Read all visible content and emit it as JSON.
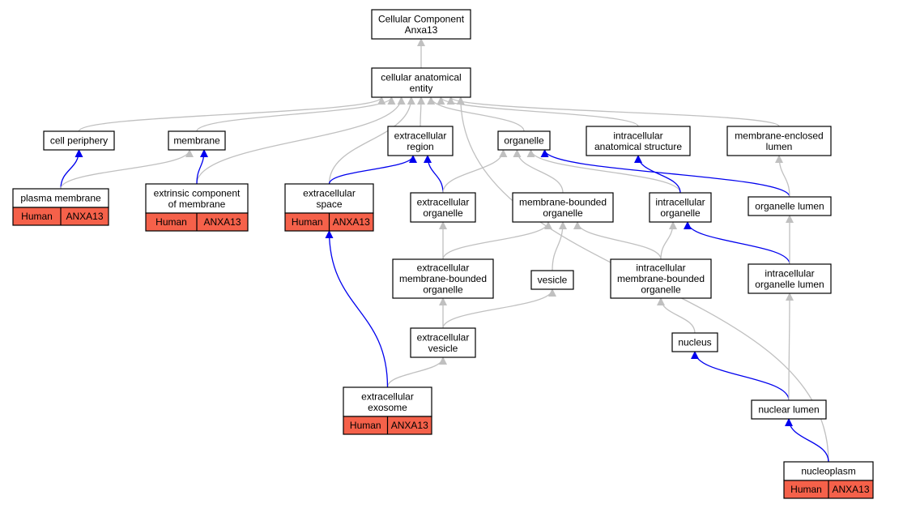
{
  "colors": {
    "is_a_edge": "#c0c0c0",
    "part_of_edge": "#0000ee",
    "annotation_fill": "#f5614a",
    "node_fill": "#ffffff",
    "node_stroke": "#000000"
  },
  "nodes": [
    {
      "id": "root",
      "lines": [
        "Cellular Component",
        "Anxa13"
      ]
    },
    {
      "id": "cae",
      "lines": [
        "cellular anatomical",
        "entity"
      ]
    },
    {
      "id": "cellper",
      "lines": [
        "cell periphery"
      ]
    },
    {
      "id": "membrane",
      "lines": [
        "membrane"
      ]
    },
    {
      "id": "extreg",
      "lines": [
        "extracellular",
        "region"
      ]
    },
    {
      "id": "organelle",
      "lines": [
        "organelle"
      ]
    },
    {
      "id": "ias",
      "lines": [
        "intracellular",
        "anatomical structure"
      ]
    },
    {
      "id": "mel",
      "lines": [
        "membrane-enclosed",
        "lumen"
      ]
    },
    {
      "id": "pm",
      "lines": [
        "plasma membrane"
      ],
      "annotation": [
        "Human",
        "ANXA13"
      ]
    },
    {
      "id": "ecm",
      "lines": [
        "extrinsic component",
        "of membrane"
      ],
      "annotation": [
        "Human",
        "ANXA13"
      ]
    },
    {
      "id": "es",
      "lines": [
        "extracellular",
        "space"
      ],
      "annotation": [
        "Human",
        "ANXA13"
      ]
    },
    {
      "id": "eo",
      "lines": [
        "extracellular",
        "organelle"
      ]
    },
    {
      "id": "mbo",
      "lines": [
        "membrane-bounded",
        "organelle"
      ]
    },
    {
      "id": "io",
      "lines": [
        "intracellular",
        "organelle"
      ]
    },
    {
      "id": "ol",
      "lines": [
        "organelle lumen"
      ]
    },
    {
      "id": "embo",
      "lines": [
        "extracellular",
        "membrane-bounded",
        "organelle"
      ]
    },
    {
      "id": "vesicle",
      "lines": [
        "vesicle"
      ]
    },
    {
      "id": "imbo",
      "lines": [
        "intracellular",
        "membrane-bounded",
        "organelle"
      ]
    },
    {
      "id": "iol",
      "lines": [
        "intracellular",
        "organelle lumen"
      ]
    },
    {
      "id": "ev",
      "lines": [
        "extracellular",
        "vesicle"
      ]
    },
    {
      "id": "nucleus",
      "lines": [
        "nucleus"
      ]
    },
    {
      "id": "exo",
      "lines": [
        "extracellular",
        "exosome"
      ],
      "annotation": [
        "Human",
        "ANXA13"
      ]
    },
    {
      "id": "nl",
      "lines": [
        "nuclear lumen"
      ]
    },
    {
      "id": "np",
      "lines": [
        "nucleoplasm"
      ],
      "annotation": [
        "Human",
        "ANXA13"
      ]
    }
  ],
  "edges": [
    {
      "from": "cae",
      "to": "root",
      "type": "is_a"
    },
    {
      "from": "cellper",
      "to": "cae",
      "type": "is_a"
    },
    {
      "from": "membrane",
      "to": "cae",
      "type": "is_a"
    },
    {
      "from": "ecm",
      "to": "cae",
      "type": "is_a"
    },
    {
      "from": "es",
      "to": "cae",
      "type": "is_a"
    },
    {
      "from": "extreg",
      "to": "cae",
      "type": "is_a"
    },
    {
      "from": "organelle",
      "to": "cae",
      "type": "is_a"
    },
    {
      "from": "ias",
      "to": "cae",
      "type": "is_a"
    },
    {
      "from": "mel",
      "to": "cae",
      "type": "is_a"
    },
    {
      "from": "np",
      "to": "cae",
      "type": "is_a"
    },
    {
      "from": "pm",
      "to": "cellper",
      "type": "part_of"
    },
    {
      "from": "pm",
      "to": "membrane",
      "type": "is_a"
    },
    {
      "from": "ecm",
      "to": "membrane",
      "type": "part_of"
    },
    {
      "from": "es",
      "to": "extreg",
      "type": "part_of"
    },
    {
      "from": "eo",
      "to": "extreg",
      "type": "part_of"
    },
    {
      "from": "eo",
      "to": "organelle",
      "type": "is_a"
    },
    {
      "from": "mbo",
      "to": "organelle",
      "type": "is_a"
    },
    {
      "from": "io",
      "to": "organelle",
      "type": "is_a"
    },
    {
      "from": "io",
      "to": "ias",
      "type": "part_of"
    },
    {
      "from": "ol",
      "to": "organelle",
      "type": "part_of"
    },
    {
      "from": "ol",
      "to": "mel",
      "type": "is_a"
    },
    {
      "from": "embo",
      "to": "eo",
      "type": "is_a"
    },
    {
      "from": "embo",
      "to": "mbo",
      "type": "is_a"
    },
    {
      "from": "vesicle",
      "to": "mbo",
      "type": "is_a"
    },
    {
      "from": "imbo",
      "to": "mbo",
      "type": "is_a"
    },
    {
      "from": "imbo",
      "to": "io",
      "type": "is_a"
    },
    {
      "from": "iol",
      "to": "io",
      "type": "part_of"
    },
    {
      "from": "iol",
      "to": "ol",
      "type": "is_a"
    },
    {
      "from": "ev",
      "to": "embo",
      "type": "is_a"
    },
    {
      "from": "ev",
      "to": "vesicle",
      "type": "is_a"
    },
    {
      "from": "nucleus",
      "to": "imbo",
      "type": "is_a"
    },
    {
      "from": "exo",
      "to": "ev",
      "type": "is_a"
    },
    {
      "from": "exo",
      "to": "es",
      "type": "part_of"
    },
    {
      "from": "nl",
      "to": "nucleus",
      "type": "part_of"
    },
    {
      "from": "nl",
      "to": "iol",
      "type": "is_a"
    },
    {
      "from": "np",
      "to": "nl",
      "type": "part_of"
    }
  ]
}
